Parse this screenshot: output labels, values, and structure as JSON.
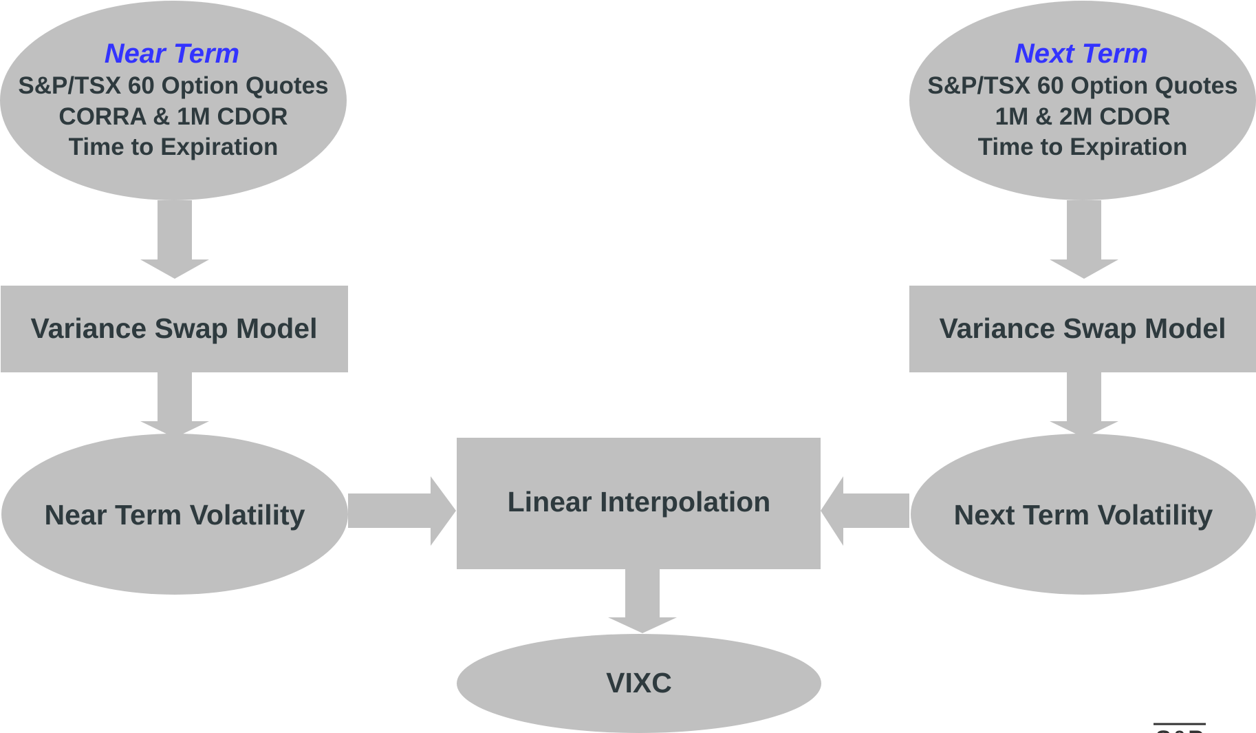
{
  "colors": {
    "shape_fill": "#c0c0c0",
    "text": "#2e3a3e",
    "accent": "#3333ff"
  },
  "near_input": {
    "heading": "Near Term",
    "line1": "S&P/TSX 60 Option Quotes",
    "line2": "CORRA & 1M CDOR",
    "line3": "Time to Expiration"
  },
  "next_input": {
    "heading": "Next Term",
    "line1": "S&P/TSX 60 Option Quotes",
    "line2": "1M & 2M CDOR",
    "line3": "Time to Expiration"
  },
  "near_model": {
    "label": "Variance Swap Model"
  },
  "next_model": {
    "label": "Variance Swap Model"
  },
  "near_volatility": {
    "label": "Near Term Volatility"
  },
  "next_volatility": {
    "label": "Next Term Volatility"
  },
  "interpolation": {
    "label": "Linear Interpolation"
  },
  "output": {
    "label": "VIXC"
  },
  "logo": {
    "text": "S&P"
  }
}
